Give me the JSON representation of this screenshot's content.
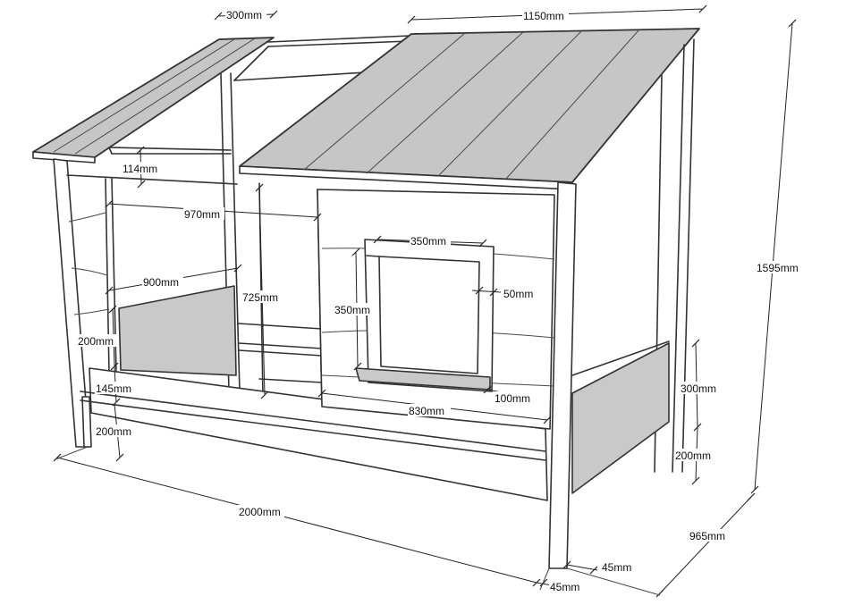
{
  "drawing": {
    "dimensions": {
      "roof_small_width": "300mm",
      "roof_large_width": "1150mm",
      "total_height": "1595mm",
      "gap_114": "114mm",
      "inner_length": "970mm",
      "window_width": "350mm",
      "window_frame": "50mm",
      "front_opening_width": "900mm",
      "wall_height": "725mm",
      "window_height": "350mm",
      "headboard_height_left": "200mm",
      "headboard_height_right": "300mm",
      "rail_145": "145mm",
      "sill_100": "100mm",
      "wall_830": "830mm",
      "leg_height_left": "200mm",
      "leg_height_right": "200mm",
      "total_length": "2000mm",
      "total_width": "965mm",
      "post_45_upper": "45mm",
      "post_45_lower": "45mm"
    }
  }
}
